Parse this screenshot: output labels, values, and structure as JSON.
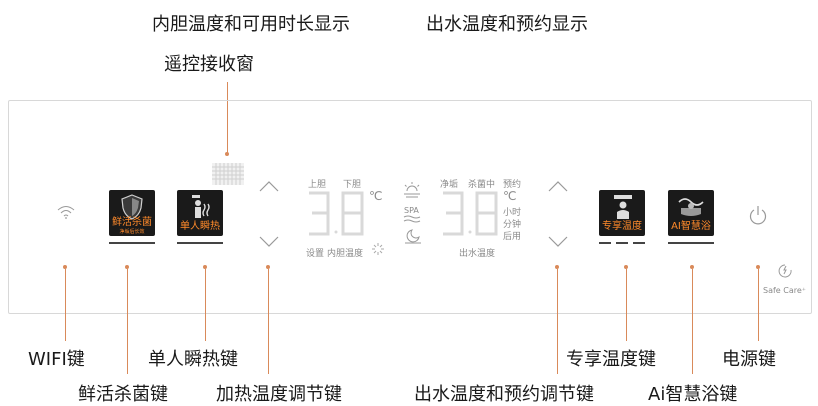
{
  "callouts_top": {
    "inner_temp": "内胆温度和可用时长显示",
    "remote_window": "遥控接收窗",
    "outlet_temp": "出水温度和预约显示"
  },
  "callouts_bottom": {
    "wifi": "WIFI键",
    "fresh": "鲜活杀菌键",
    "single": "单人瞬热键",
    "heat_adjust": "加热温度调节键",
    "outlet_adjust": "出水温度和预约调节键",
    "exclusive": "专享温度键",
    "ai": "Ai智慧浴键",
    "power": "电源键"
  },
  "keys": {
    "fresh_label": "鲜活杀菌",
    "fresh_sub": "净垢后长效",
    "single_label": "单人瞬热",
    "exclusive_label": "专享温度",
    "ai_label": "AI智慧浴"
  },
  "display_left": {
    "top_upper": "上胆",
    "top_lower": "下胆",
    "digits": "3.8",
    "unit": "℃",
    "bottom_set": "设置",
    "bottom_inner": "内胆温度"
  },
  "display_right": {
    "top_clean": "净垢",
    "top_kill": "杀菌中",
    "top_reserve": "预约",
    "digits": "3.8",
    "unit": "℃",
    "unit_hour": "小时",
    "unit_min": "分钟",
    "unit_after": "后用",
    "bottom": "出水温度"
  },
  "mode_icons": {
    "spa": "SPA"
  },
  "safe_care": "Safe Care⁺",
  "colors": {
    "accent": "#d98a5a",
    "key_bg": "#1a1a1a",
    "key_text": "#ff8a2a"
  }
}
